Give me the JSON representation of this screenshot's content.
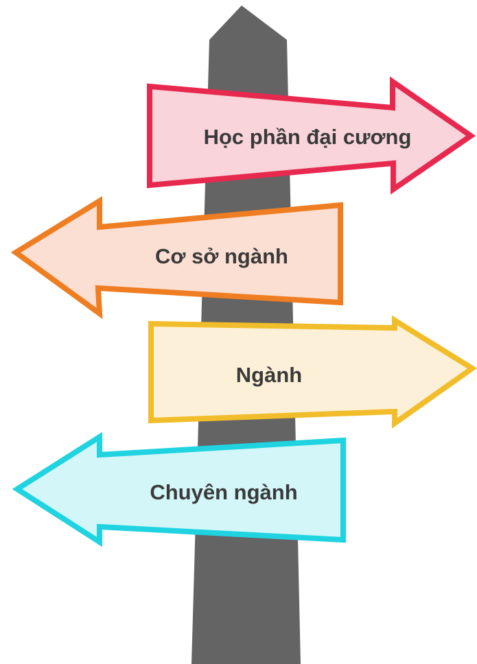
{
  "signs": [
    {
      "id": "hoc-phan-dai-cuong",
      "label": "Học phần đại cương",
      "direction": "right",
      "stroke_color": "#e8294f",
      "fill_color": "#f9d4da"
    },
    {
      "id": "co-so-nganh",
      "label": "Cơ sở ngành",
      "direction": "left",
      "stroke_color": "#ef7d22",
      "fill_color": "#fbdfd2"
    },
    {
      "id": "nganh",
      "label": "Ngành",
      "direction": "right",
      "stroke_color": "#f1bd2a",
      "fill_color": "#fdf0d8"
    },
    {
      "id": "chuyen-nganh",
      "label": "Chuyên ngành",
      "direction": "left",
      "stroke_color": "#1fd3e0",
      "fill_color": "#d3f6f8"
    }
  ],
  "post": {
    "color": "#646464"
  }
}
